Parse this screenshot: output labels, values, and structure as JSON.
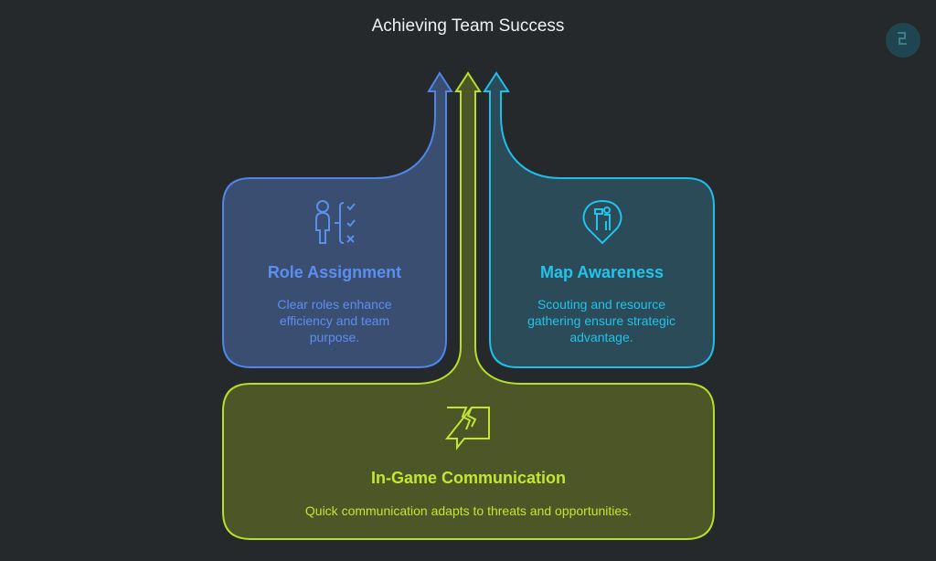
{
  "title": "Achieving Team Success",
  "cards": [
    {
      "id": "role",
      "title": "Role Assignment",
      "description": "Clear roles enhance efficiency and team purpose.",
      "icon": "person-checklist-icon",
      "color": "#4f86e8"
    },
    {
      "id": "map",
      "title": "Map Awareness",
      "description": "Scouting and resource gathering ensure strategic advantage.",
      "icon": "map-pin-scout-icon",
      "color": "#1ec0ea"
    },
    {
      "id": "comm",
      "title": "In-Game Communication",
      "description": "Quick communication adapts to threats and opportunities.",
      "icon": "broken-chat-bubble-icon",
      "color": "#b8e02a"
    }
  ]
}
